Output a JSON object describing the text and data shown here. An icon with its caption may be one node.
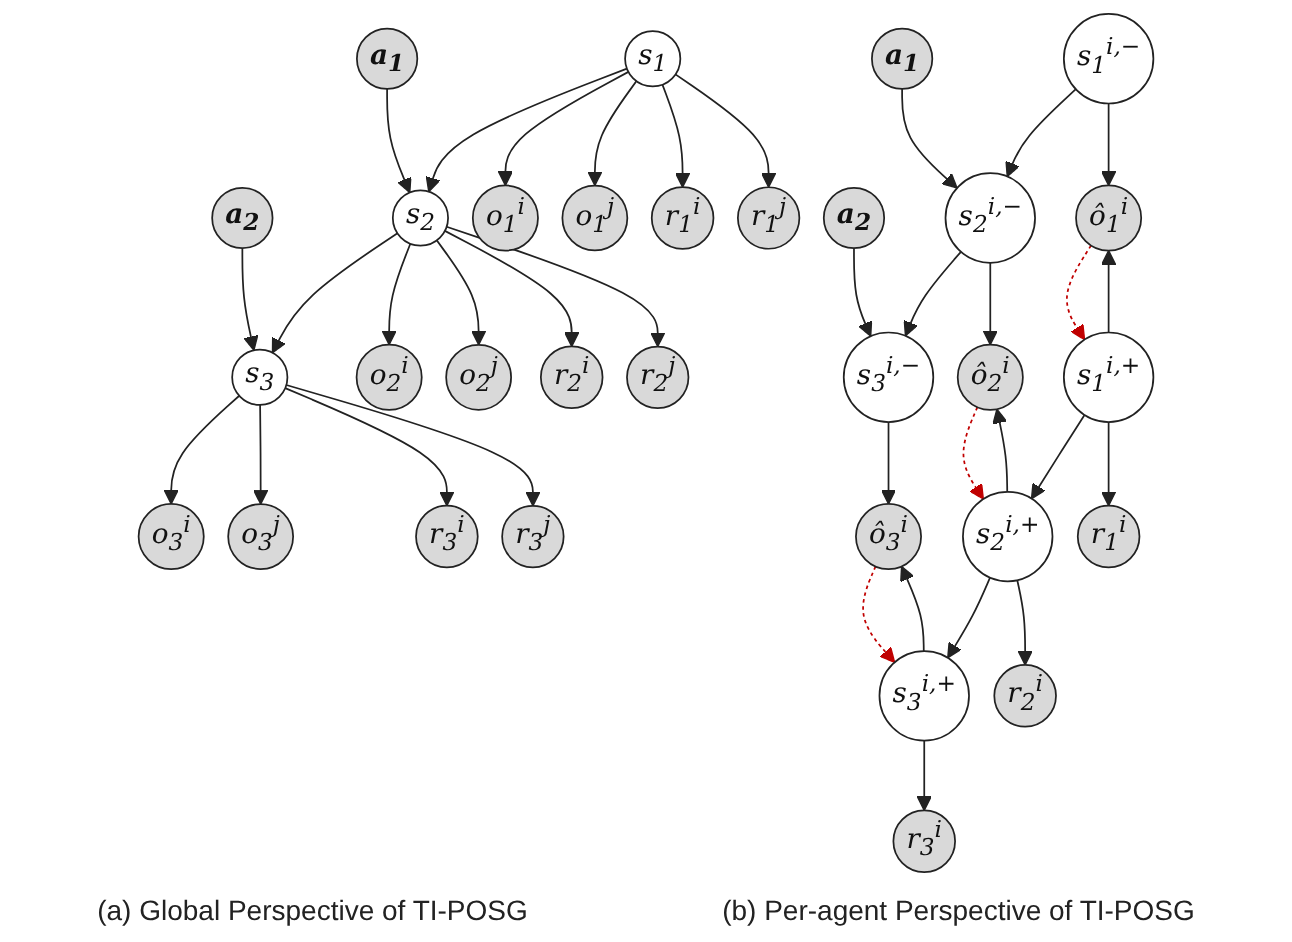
{
  "diagram": {
    "nodes": [
      {
        "text": [
          "a$_{1}$"
        ]
      },
      {
        "text": [
          "a$_{2}$"
        ]
      },
      {
        "text": [
          "s$_{1}$"
        ]
      },
      {
        "text": [
          "s$_{2}$"
        ]
      },
      {
        "text": [
          "s$_{3}$"
        ]
      },
      {
        "text": [
          "o$_{1}$$^{i}$"
        ]
      },
      {
        "text": [
          "o$_{1}$$^{j}$"
        ]
      },
      {
        "text": [
          "o$_{2}$$^{i}$"
        ]
      },
      {
        "text": [
          "o$_{2}$$^{j}$"
        ]
      },
      {
        "text": [
          "o$_{3}$$^{i}$"
        ]
      },
      {
        "text": [
          "o$_{3}$$^{j}$"
        ]
      },
      {
        "text": [
          "r$_{1}$$^{i}$"
        ]
      },
      {
        "text": [
          "r$_{2}$$^{i}$"
        ]
      },
      {
        "text": [
          "r$_{3}$$^{i}$"
        ]
      },
      {
        "text": [
          "r$_{1}$$^{j}$"
        ]
      },
      {
        "text": [
          "r$_{2}$$^{j}$"
        ]
      },
      {
        "text": [
          "r$_{3}$$^{j}$"
        ]
      },
      {
        "text": [
          "a$_{1}$"
        ]
      },
      {
        "text": [
          "a$_{2}$"
        ]
      },
      {
        "text": [
          "s$_{1}$$^{i,−}$"
        ]
      },
      {
        "text": [
          "s$_{2}$$^{i,−}$"
        ]
      },
      {
        "text": [
          "s$_{3}$$^{i,−}$"
        ]
      },
      {
        "text": [
          "s$_{1}$$^{i,+}$"
        ]
      },
      {
        "text": [
          "s$_{2}$$^{i,+}$"
        ]
      },
      {
        "text": [
          "s$_{3}$$^{i,+}$"
        ]
      },
      {
        "text": [
          "ô$_{1}$$^{i}$"
        ]
      },
      {
        "text": [
          "ô$_{2}$$^{i}$"
        ]
      },
      {
        "text": [
          "ô$_{3}$$^{i}$"
        ]
      },
      {
        "text": [
          "r$_{1}$$^{i}$"
        ]
      },
      {
        "text": [
          "r$_{2}$$^{i}$"
        ]
      },
      {
        "text": [
          "r$_{3}$$^{i}$"
        ]
      }
    ],
    "edges": [
      {
        "from": 0,
        "to": 3,
        "arrow": "to"
      },
      {
        "from": 1,
        "to": 4,
        "arrow": "to"
      },
      {
        "from": 2,
        "to": 3,
        "arrow": "to"
      },
      {
        "from": 3,
        "to": 4,
        "arrow": "to"
      },
      {
        "from": 2,
        "to": 5,
        "arrow": "to"
      },
      {
        "from": 2,
        "to": 6,
        "arrow": "to"
      },
      {
        "from": 3,
        "to": 7,
        "arrow": "to"
      },
      {
        "from": 3,
        "to": 8,
        "arrow": "to"
      },
      {
        "from": 4,
        "to": 9,
        "arrow": "to"
      },
      {
        "from": 4,
        "to": 10,
        "arrow": "to"
      },
      {
        "from": 2,
        "to": 11,
        "arrow": "to"
      },
      {
        "from": 2,
        "to": 14,
        "arrow": "to"
      },
      {
        "from": 3,
        "to": 12,
        "arrow": "to"
      },
      {
        "from": 3,
        "to": 15,
        "arrow": "to"
      },
      {
        "from": 4,
        "to": 13,
        "arrow": "to"
      },
      {
        "from": 4,
        "to": 16,
        "arrow": "to"
      },
      {
        "from": 17,
        "to": 20,
        "arrow": "to"
      },
      {
        "from": 18,
        "to": 21,
        "arrow": "to"
      },
      {
        "from": 19,
        "to": 20,
        "arrow": "to"
      },
      {
        "from": 20,
        "to": 21,
        "arrow": "to"
      },
      {
        "from": 22,
        "to": 23,
        "arrow": "to"
      },
      {
        "from": 23,
        "to": 24,
        "arrow": "to"
      },
      {
        "from": 19,
        "to": 25,
        "arrow": "to"
      },
      {
        "from": 20,
        "to": 26,
        "arrow": "to"
      },
      {
        "from": 21,
        "to": 27,
        "arrow": "to"
      },
      {
        "from": 22,
        "to": 25,
        "arrow": "to"
      },
      {
        "from": 23,
        "to": 26,
        "arrow": "to"
      },
      {
        "from": 24,
        "to": 27,
        "arrow": "to"
      },
      {
        "from": 22,
        "to": 28,
        "arrow": "to"
      },
      {
        "from": 23,
        "to": 29,
        "arrow": "to"
      },
      {
        "from": 24,
        "to": 30,
        "arrow": "to"
      },
      {
        "from": 25,
        "to": 22,
        "arrow": "to",
        "style": "dashed",
        "color": "#c00000"
      },
      {
        "from": 26,
        "to": 23,
        "arrow": "to",
        "style": "dashed",
        "color": "#c00000"
      },
      {
        "from": 27,
        "to": 24,
        "arrow": "to",
        "style": "dashed",
        "color": "#c00000"
      }
    ],
    "labels": [
      "(a) Global Perspective of TI-POSG",
      "(b) Per-agent Perspective of TI-POSG"
    ]
  }
}
